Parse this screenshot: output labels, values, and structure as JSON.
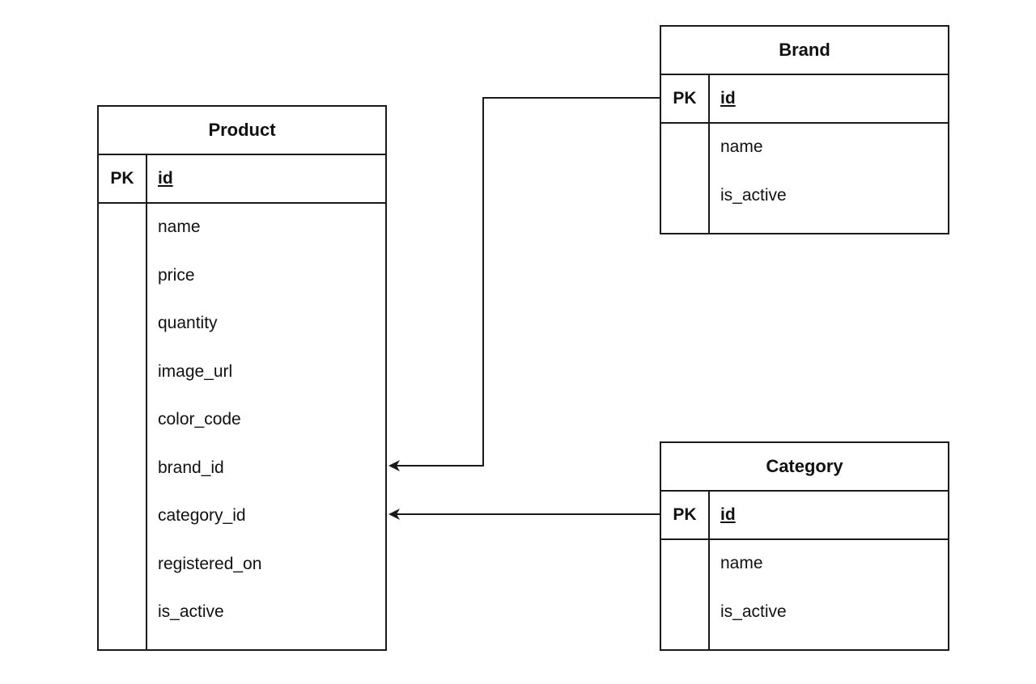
{
  "entities": {
    "product": {
      "title": "Product",
      "pk_label": "PK",
      "pk_field": "id",
      "fields": [
        "name",
        "price",
        "quantity",
        "image_url",
        "color_code",
        "brand_id",
        "category_id",
        "registered_on",
        "is_active"
      ]
    },
    "brand": {
      "title": "Brand",
      "pk_label": "PK",
      "pk_field": "id",
      "fields": [
        "name",
        "is_active"
      ]
    },
    "category": {
      "title": "Category",
      "pk_label": "PK",
      "pk_field": "id",
      "fields": [
        "name",
        "is_active"
      ]
    }
  },
  "relationships": [
    {
      "from": "Brand.id",
      "to": "Product.brand_id"
    },
    {
      "from": "Category.id",
      "to": "Product.category_id"
    }
  ],
  "colors": {
    "line": "#1a1a1a",
    "background": "#ffffff"
  }
}
